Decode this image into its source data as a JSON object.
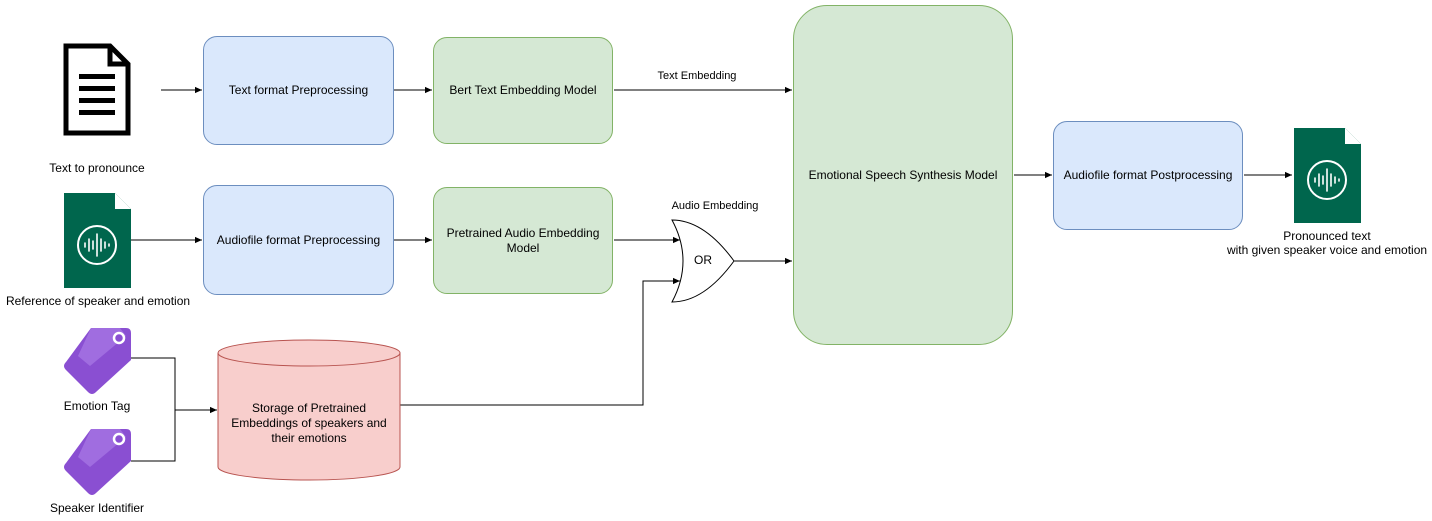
{
  "colors": {
    "preprocess_fill": "#dae8fc",
    "preprocess_stroke": "#6c8ebf",
    "model_fill": "#d5e8d4",
    "model_stroke": "#82b366",
    "storage_fill": "#f8cecc",
    "storage_stroke": "#b85450",
    "audio_icon": "#00664d",
    "tag_icon": "#8a4fd2"
  },
  "inputs": {
    "text": {
      "label": "Text to pronounce",
      "icon": "document-icon"
    },
    "reference": {
      "label": "Reference of speaker and emotion",
      "icon": "audio-file-icon"
    },
    "emotion_tag": {
      "label": "Emotion Tag",
      "icon": "tag-icon"
    },
    "speaker_id": {
      "label": "Speaker Identifier",
      "icon": "tag-icon"
    }
  },
  "nodes": {
    "text_pre": "Text format Preprocessing",
    "bert": "Bert Text Embedding Model",
    "audio_pre": "Audiofile format Preprocessing",
    "audio_emb": "Pretrained Audio Embedding Model",
    "storage": "Storage of Pretrained\nEmbeddings of speakers and\ntheir emotions",
    "or_gate": "OR",
    "synth": "Emotional Speech Synthesis Model",
    "post": "Audiofile format Postprocessing"
  },
  "edge_labels": {
    "text_embedding": "Text Embedding",
    "audio_embedding": "Audio Embedding"
  },
  "output": {
    "label": "Pronounced text\nwith given speaker voice and emotion",
    "icon": "audio-file-icon"
  }
}
